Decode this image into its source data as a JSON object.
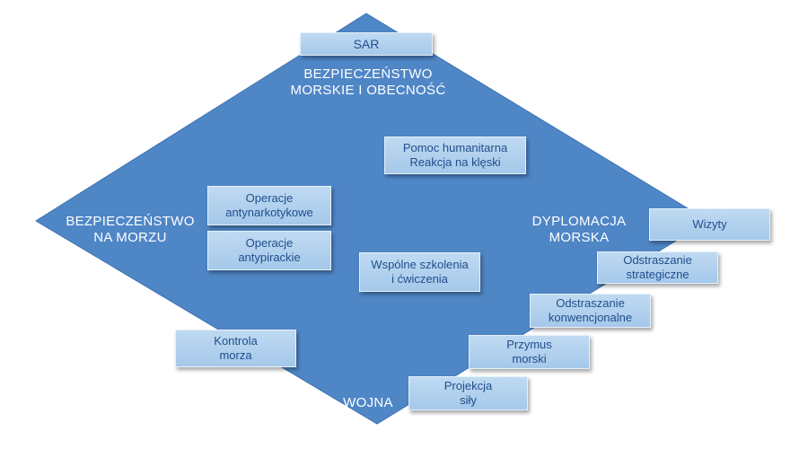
{
  "diagram": {
    "corners": {
      "top": [
        "BEZPIECZEŃSTWO",
        "MORSKIE I OBECNOŚĆ"
      ],
      "left": [
        "BEZPIECZEŃSTWO",
        "NA MORZU"
      ],
      "right": [
        "DYPLOMACJA",
        "MORSKA"
      ],
      "bottom": [
        "WOJNA"
      ]
    },
    "boxes": {
      "sar": [
        "SAR"
      ],
      "humanitarian": [
        "Pomoc humanitarna",
        "Reakcja na klęski"
      ],
      "counter_narcotics": [
        "Operacje",
        "antynarkotykowe"
      ],
      "counter_piracy": [
        "Operacje",
        "antypirackie"
      ],
      "joint_training": [
        "Wspólne szkolenia",
        "i ćwiczenia"
      ],
      "sea_control": [
        "Kontrola",
        "morza"
      ],
      "visits": [
        "Wizyty"
      ],
      "strategic_deterrence": [
        "Odstraszanie",
        "strategiczne"
      ],
      "conventional_deterrence": [
        "Odstraszanie",
        "konwencjonalne"
      ],
      "maritime_coercion": [
        "Przymus",
        "morski"
      ],
      "power_projection": [
        "Projekcja",
        "siły"
      ]
    },
    "colors": {
      "diamond": "#4f86c6",
      "box_fill": "#b3d1ef",
      "box_text": "#1f4e8c",
      "corner_text": "#ffffff"
    }
  }
}
